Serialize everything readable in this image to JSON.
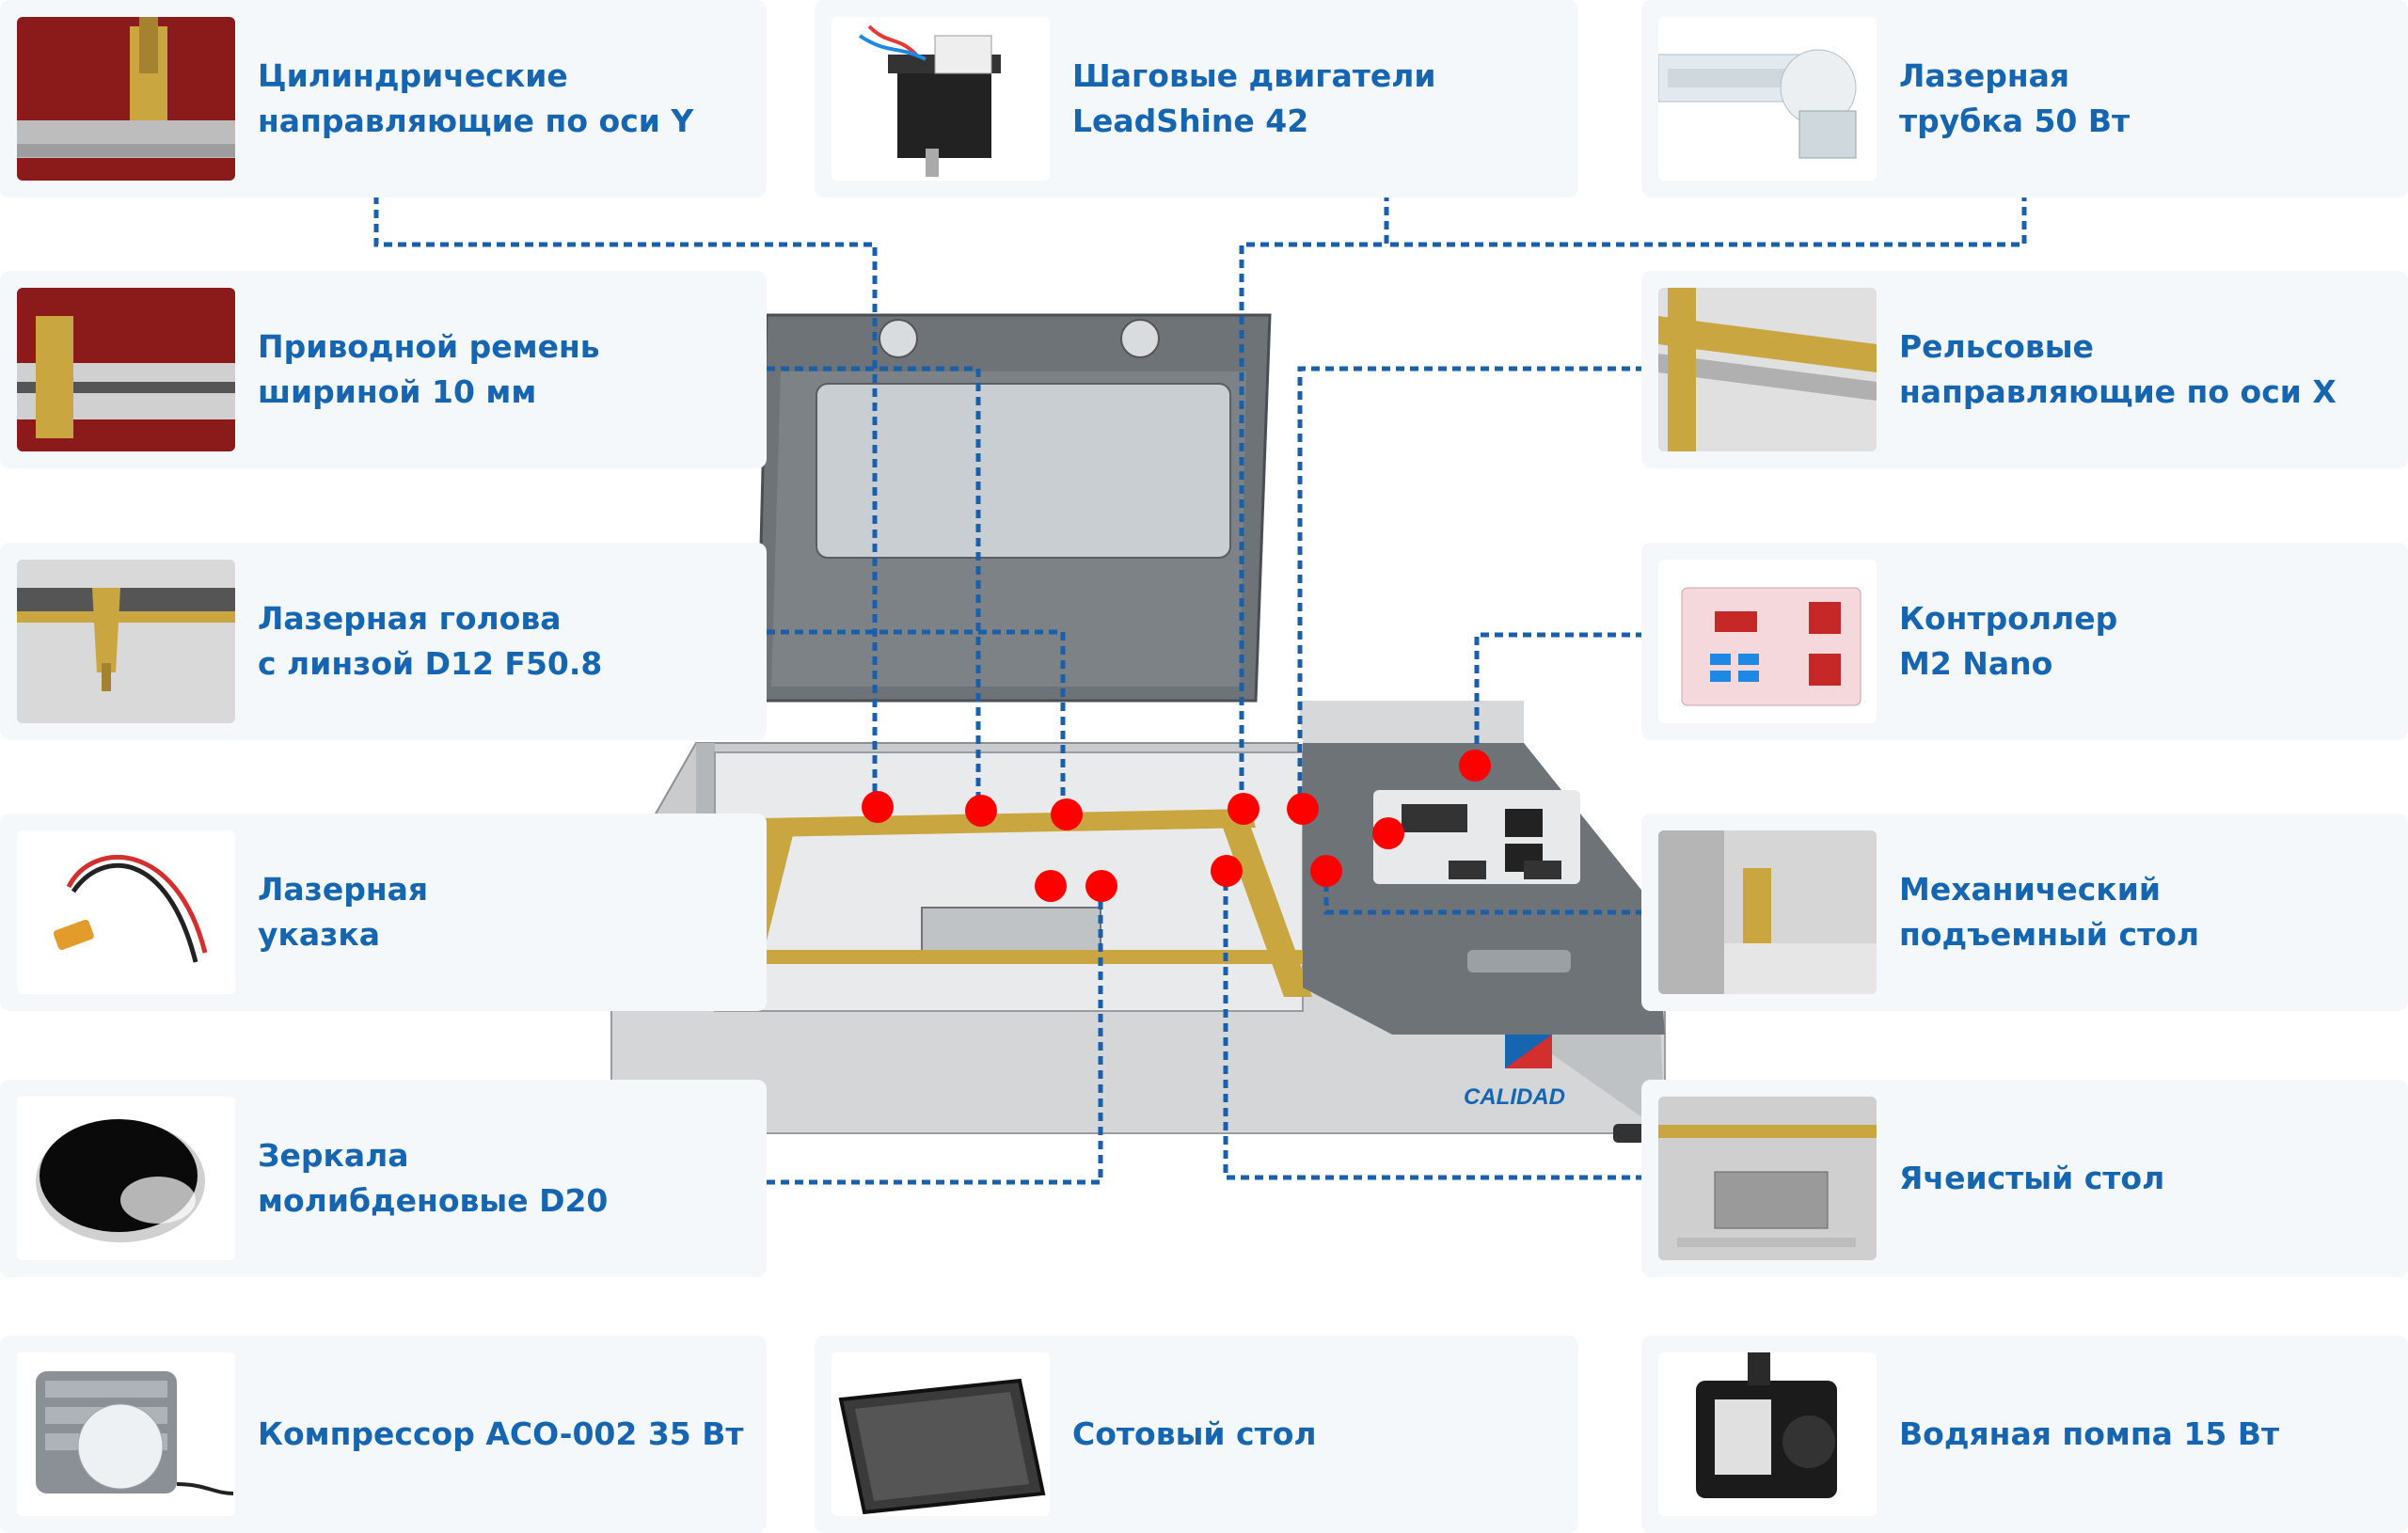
{
  "colors": {
    "label": "#1565b0",
    "connector": "#1a5fa8",
    "marker": "#ff0000",
    "card_bg": "#f4f8fb"
  },
  "components": [
    {
      "id": "y-rails",
      "icon": "y-axis-rails-photo",
      "lines": [
        "Цилиндрические",
        "направляющие по оси Y"
      ]
    },
    {
      "id": "stepper",
      "icon": "stepper-motor-photo",
      "lines": [
        "Шаговые двигатели",
        "LeadShine 42"
      ]
    },
    {
      "id": "tube",
      "icon": "laser-tube-photo",
      "lines": [
        "Лазерная",
        "трубка 50 Вт"
      ]
    },
    {
      "id": "belt",
      "icon": "drive-belt-photo",
      "lines": [
        "Приводной ремень",
        "шириной 10 мм"
      ]
    },
    {
      "id": "x-rails",
      "icon": "x-axis-rails-photo",
      "lines": [
        "Рельсовые",
        "направляющие по оси X"
      ]
    },
    {
      "id": "head",
      "icon": "laser-head-photo",
      "lines": [
        "Лазерная голова",
        "с линзой D12 F50.8"
      ]
    },
    {
      "id": "controller",
      "icon": "controller-photo",
      "lines": [
        "Контроллер",
        "M2 Nano"
      ]
    },
    {
      "id": "pointer",
      "icon": "laser-pointer-photo",
      "lines": [
        "Лазерная",
        "указка"
      ]
    },
    {
      "id": "lift-table",
      "icon": "lift-table-photo",
      "lines": [
        "Механический",
        "подъемный стол"
      ]
    },
    {
      "id": "mirrors",
      "icon": "mirror-photo",
      "lines": [
        "Зеркала",
        "молибденовые D20"
      ]
    },
    {
      "id": "cell-table",
      "icon": "cell-table-photo",
      "lines": [
        "Ячеистый стол"
      ]
    },
    {
      "id": "compressor",
      "icon": "compressor-photo",
      "lines": [
        "Компрессор ACO-002 35 Вт"
      ]
    },
    {
      "id": "honeycomb",
      "icon": "honeycomb-photo",
      "lines": [
        "Сотовый стол"
      ]
    },
    {
      "id": "pump",
      "icon": "water-pump-photo",
      "lines": [
        "Водяная помпа 15 Вт"
      ]
    }
  ],
  "brand": {
    "logo_text": "CALIDAD"
  }
}
